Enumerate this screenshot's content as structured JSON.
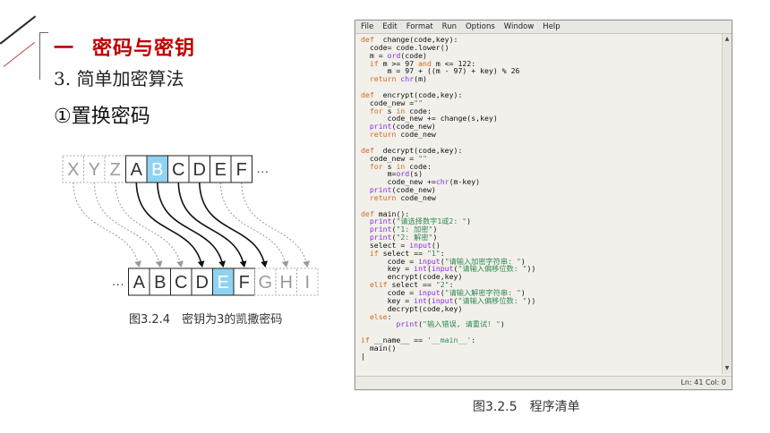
{
  "header": {
    "section_number": "一",
    "section_title": "密码与密钥",
    "subtitle": "3. 简单加密算法",
    "topic": "①置换密码"
  },
  "cipher": {
    "top_letters": [
      "X",
      "Y",
      "Z",
      "A",
      "B",
      "C",
      "D",
      "E",
      "F",
      "···"
    ],
    "top_faded": [
      true,
      true,
      true,
      false,
      false,
      false,
      false,
      false,
      false,
      false
    ],
    "top_highlight_index": 4,
    "bottom_letters": [
      "···",
      "A",
      "B",
      "C",
      "D",
      "E",
      "F",
      "G",
      "H",
      "I"
    ],
    "bottom_faded": [
      false,
      false,
      false,
      false,
      false,
      false,
      false,
      true,
      true,
      true
    ],
    "bottom_highlight_index": 5,
    "highlight_color": "#8ed3f0",
    "caption": "图3.2.4　密钥为3的凯撒密码"
  },
  "editor": {
    "menu": [
      "File",
      "Edit",
      "Format",
      "Run",
      "Options",
      "Window",
      "Help"
    ],
    "code_lines": [
      [
        [
          "kw",
          "def"
        ],
        [
          "t",
          "  change(code,key):"
        ]
      ],
      [
        [
          "t",
          "  code= code.lower()"
        ]
      ],
      [
        [
          "t",
          "  m = "
        ],
        [
          "bi",
          "ord"
        ],
        [
          "t",
          "(code)"
        ]
      ],
      [
        [
          "t",
          "  "
        ],
        [
          "kw",
          "if"
        ],
        [
          "t",
          " m >= 97 "
        ],
        [
          "kw",
          "and"
        ],
        [
          "t",
          " m <= 122:"
        ]
      ],
      [
        [
          "t",
          "      m = 97 + ((m - 97) + key) % 26"
        ]
      ],
      [
        [
          "t",
          "  "
        ],
        [
          "kw",
          "return"
        ],
        [
          "t",
          " "
        ],
        [
          "bi",
          "chr"
        ],
        [
          "t",
          "(m)"
        ]
      ],
      [
        [
          "t",
          ""
        ]
      ],
      [
        [
          "kw",
          "def"
        ],
        [
          "t",
          "  encrypt(code,key):"
        ]
      ],
      [
        [
          "t",
          "  code_new ="
        ],
        [
          "str",
          "\"\""
        ]
      ],
      [
        [
          "t",
          "  "
        ],
        [
          "kw",
          "for"
        ],
        [
          "t",
          " s "
        ],
        [
          "kw",
          "in"
        ],
        [
          "t",
          " code:"
        ]
      ],
      [
        [
          "t",
          "      code_new += change(s,key)"
        ]
      ],
      [
        [
          "t",
          "  "
        ],
        [
          "bi",
          "print"
        ],
        [
          "t",
          "(code_new)"
        ]
      ],
      [
        [
          "t",
          "  "
        ],
        [
          "kw",
          "return"
        ],
        [
          "t",
          " code_new"
        ]
      ],
      [
        [
          "t",
          ""
        ]
      ],
      [
        [
          "kw",
          "def"
        ],
        [
          "t",
          "  decrypt(code,key):"
        ]
      ],
      [
        [
          "t",
          "  code_new = "
        ],
        [
          "str",
          "\"\""
        ]
      ],
      [
        [
          "t",
          "  "
        ],
        [
          "kw",
          "for"
        ],
        [
          "t",
          " s "
        ],
        [
          "kw",
          "in"
        ],
        [
          "t",
          " code:"
        ]
      ],
      [
        [
          "t",
          "      m="
        ],
        [
          "bi",
          "ord"
        ],
        [
          "t",
          "(s)"
        ]
      ],
      [
        [
          "t",
          "      code_new +="
        ],
        [
          "bi",
          "chr"
        ],
        [
          "t",
          "(m-key)"
        ]
      ],
      [
        [
          "t",
          "  "
        ],
        [
          "bi",
          "print"
        ],
        [
          "t",
          "(code_new)"
        ]
      ],
      [
        [
          "t",
          "  "
        ],
        [
          "kw",
          "return"
        ],
        [
          "t",
          " code_new"
        ]
      ],
      [
        [
          "t",
          ""
        ]
      ],
      [
        [
          "kw",
          "def"
        ],
        [
          "t",
          " main():"
        ]
      ],
      [
        [
          "t",
          "  "
        ],
        [
          "bi",
          "print"
        ],
        [
          "t",
          "("
        ],
        [
          "str",
          "\"请选择数字1或2: \""
        ],
        [
          "t",
          ")"
        ]
      ],
      [
        [
          "t",
          "  "
        ],
        [
          "bi",
          "print"
        ],
        [
          "t",
          "("
        ],
        [
          "str",
          "\"1: 加密\""
        ],
        [
          "t",
          ")"
        ]
      ],
      [
        [
          "t",
          "  "
        ],
        [
          "bi",
          "print"
        ],
        [
          "t",
          "("
        ],
        [
          "str",
          "\"2: 解密\""
        ],
        [
          "t",
          ")"
        ]
      ],
      [
        [
          "t",
          "  select = "
        ],
        [
          "bi",
          "input"
        ],
        [
          "t",
          "()"
        ]
      ],
      [
        [
          "t",
          "  "
        ],
        [
          "kw",
          "if"
        ],
        [
          "t",
          " select == "
        ],
        [
          "str",
          "\"1\""
        ],
        [
          "t",
          ":"
        ]
      ],
      [
        [
          "t",
          "      code = "
        ],
        [
          "bi",
          "input"
        ],
        [
          "t",
          "("
        ],
        [
          "str",
          "\"请输入加密字符串: \""
        ],
        [
          "t",
          ")"
        ]
      ],
      [
        [
          "t",
          "      key = "
        ],
        [
          "bi",
          "int"
        ],
        [
          "t",
          "("
        ],
        [
          "bi",
          "input"
        ],
        [
          "t",
          "("
        ],
        [
          "str",
          "\"请输入偏移位数: \""
        ],
        [
          "t",
          "))"
        ]
      ],
      [
        [
          "t",
          "      encrypt(code,key)"
        ]
      ],
      [
        [
          "t",
          "  "
        ],
        [
          "kw",
          "elif"
        ],
        [
          "t",
          " select == "
        ],
        [
          "str",
          "\"2\""
        ],
        [
          "t",
          ":"
        ]
      ],
      [
        [
          "t",
          "      code = "
        ],
        [
          "bi",
          "input"
        ],
        [
          "t",
          "("
        ],
        [
          "str",
          "\"请输入解密字符串: \""
        ],
        [
          "t",
          ")"
        ]
      ],
      [
        [
          "t",
          "      key = "
        ],
        [
          "bi",
          "int"
        ],
        [
          "t",
          "("
        ],
        [
          "bi",
          "input"
        ],
        [
          "t",
          "("
        ],
        [
          "str",
          "\"请输入偏移位数: \""
        ],
        [
          "t",
          "))"
        ]
      ],
      [
        [
          "t",
          "      decrypt(code,key)"
        ]
      ],
      [
        [
          "t",
          "  "
        ],
        [
          "kw",
          "else"
        ],
        [
          "t",
          ":"
        ]
      ],
      [
        [
          "t",
          "        "
        ],
        [
          "bi",
          "print"
        ],
        [
          "t",
          "("
        ],
        [
          "str",
          "\"输入错误, 请重试! \""
        ],
        [
          "t",
          ")"
        ]
      ],
      [
        [
          "t",
          ""
        ]
      ],
      [
        [
          "kw",
          "if"
        ],
        [
          "t",
          " __name__ == "
        ],
        [
          "str",
          "'__main__'"
        ],
        [
          "t",
          ":"
        ]
      ],
      [
        [
          "t",
          "  main()"
        ]
      ],
      [
        [
          "t",
          "|"
        ]
      ]
    ],
    "status_position": "Ln: 41  Col: 0",
    "caption": "图3.2.5　程序清单",
    "colors": {
      "keyword": "#d2691e",
      "string": "#2e8b57",
      "builtin": "#8a2be2"
    }
  }
}
